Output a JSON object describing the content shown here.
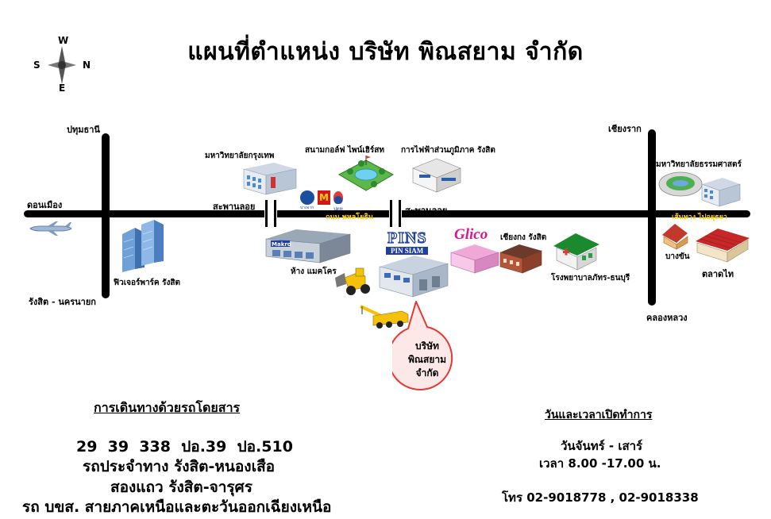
{
  "title": "แผนที่ตำแหน่ง บริษัท พิณสยาม จำกัด",
  "compass": {
    "w": "W",
    "s": "S",
    "n": "N",
    "e": "E"
  },
  "labels": {
    "pathum_thani": "ปทุมธานี",
    "don_mueang": "ดอนเมือง",
    "rangsit_nakhon_nayok": "รังสิต - นครนายก",
    "future_park": "ฟิวเจอร์พาร์ค รังสิต",
    "bangkok_univ": "มหาวิทยาลัยกรุงเทพ",
    "golf": "สนามกอล์ฟ ไพน์เฮิร์สท",
    "pea": "การไฟฟ้าส่วนภูมิภาค รังสิต",
    "bridge_left": "สะพานลอย",
    "bridge_right": "สะพานลอย",
    "road_name": "ถนน พหลโยธิน",
    "makro": "ห้าง แมคโคร",
    "glico": "Glico",
    "chiang_kong": "เชียงกง รังสิต",
    "hospital": "โรงพยาบาลภัทร-ธนบุรี",
    "chiang_rak": "เชียงราก",
    "thammasat": "มหาวิทยาลัยธรรมศาสตร์",
    "ayutthaya": "เส้นทาง ไปอยุธยา",
    "bang_khan": "บางขัน",
    "talad_thai": "ตลาดไท",
    "khlong_luang": "คลองหลวง",
    "pins_logo": "PINS",
    "pins_sub": "PIN SIAM",
    "makro_sign": "Makro",
    "bangchak": "บางจาก",
    "ptt": "ปตท"
  },
  "company_bubble": [
    "บริษัท",
    "พิณสยาม",
    "จำกัด"
  ],
  "bus": {
    "title": "การเดินทางด้วยรถโดยสาร",
    "lines": [
      "29  39  338  ปอ.39  ปอ.510",
      "รถประจำทาง รังสิต-หนองเสือ",
      "สองแถว รังสิต-จารุศร",
      "รถ บขส. สายภาคเหนือและตะวันออกเฉียงเหนือ"
    ]
  },
  "hours": {
    "title": "วันและเวลาเปิดทำการ",
    "days": "วันจันทร์ - เสาร์",
    "time": "เวลา 8.00 -17.00 น.",
    "phone": "โทร 02-9018778 , 02-9018338"
  },
  "colors": {
    "road": "#000000",
    "road_label": "#ffd400",
    "bubble_fill": "#fde8e8",
    "bubble_stroke": "#e53935",
    "glico": "#e0148c",
    "pins_blue": "#1f3f9e"
  }
}
